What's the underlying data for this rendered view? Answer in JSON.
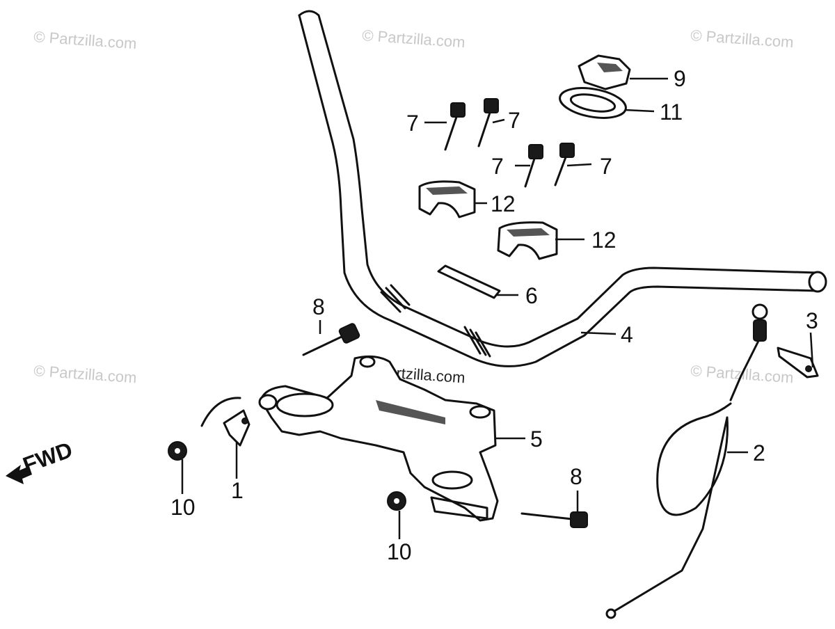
{
  "watermarks": [
    "© Partzilla.com",
    "© Partzilla.com",
    "© Partzilla.com",
    "© Partzilla.com",
    "© Partzilla.com",
    "© Partzilla.com"
  ],
  "fwd_label": "FWD",
  "callouts": {
    "c1": "1",
    "c2": "2",
    "c3": "3",
    "c4": "4",
    "c5": "5",
    "c6": "6",
    "c7a": "7",
    "c7b": "7",
    "c7c": "7",
    "c7d": "7",
    "c8a": "8",
    "c8b": "8",
    "c9": "9",
    "c10a": "10",
    "c10b": "10",
    "c11": "11",
    "c12a": "12",
    "c12b": "12"
  },
  "colors": {
    "ink": "#111111",
    "watermark": "#c8c8c8",
    "background": "#ffffff"
  }
}
